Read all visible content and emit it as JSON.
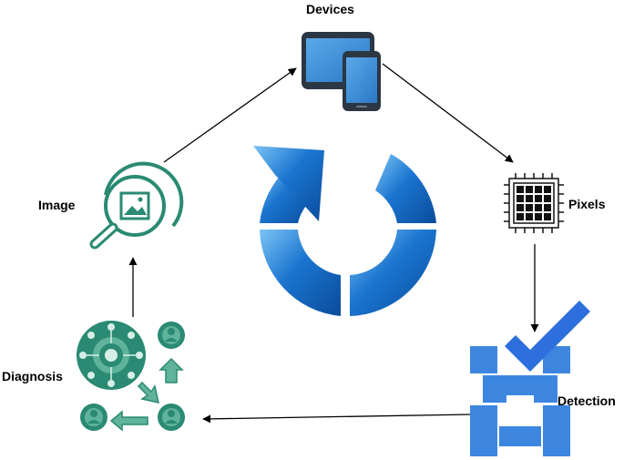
{
  "nodes": {
    "devices": {
      "label": "Devices",
      "icon": "devices-icon"
    },
    "pixels": {
      "label": "Pixels",
      "icon": "pixel-grid-icon"
    },
    "detection": {
      "label": "Detection",
      "icon": "detection-check-icon"
    },
    "diagnosis": {
      "label": "Diagnosis",
      "icon": "diagnosis-network-icon"
    },
    "image": {
      "label": "Image",
      "icon": "image-search-icon"
    }
  },
  "center": {
    "icon": "refresh-cycle-icon"
  },
  "edges": [
    {
      "from": "image",
      "to": "devices"
    },
    {
      "from": "devices",
      "to": "pixels"
    },
    {
      "from": "pixels",
      "to": "detection"
    },
    {
      "from": "detection",
      "to": "diagnosis"
    },
    {
      "from": "diagnosis",
      "to": "image"
    }
  ],
  "colors": {
    "device_frame": "#2c3744",
    "device_screen": "#3f8fd6",
    "cycle_blue": "#1a74cf",
    "detection_blue": "#3d86e0",
    "check_blue": "#2d6fdc",
    "teal": "#2a8a73",
    "teal_light": "#5fb39a",
    "arrow": "#000000"
  }
}
